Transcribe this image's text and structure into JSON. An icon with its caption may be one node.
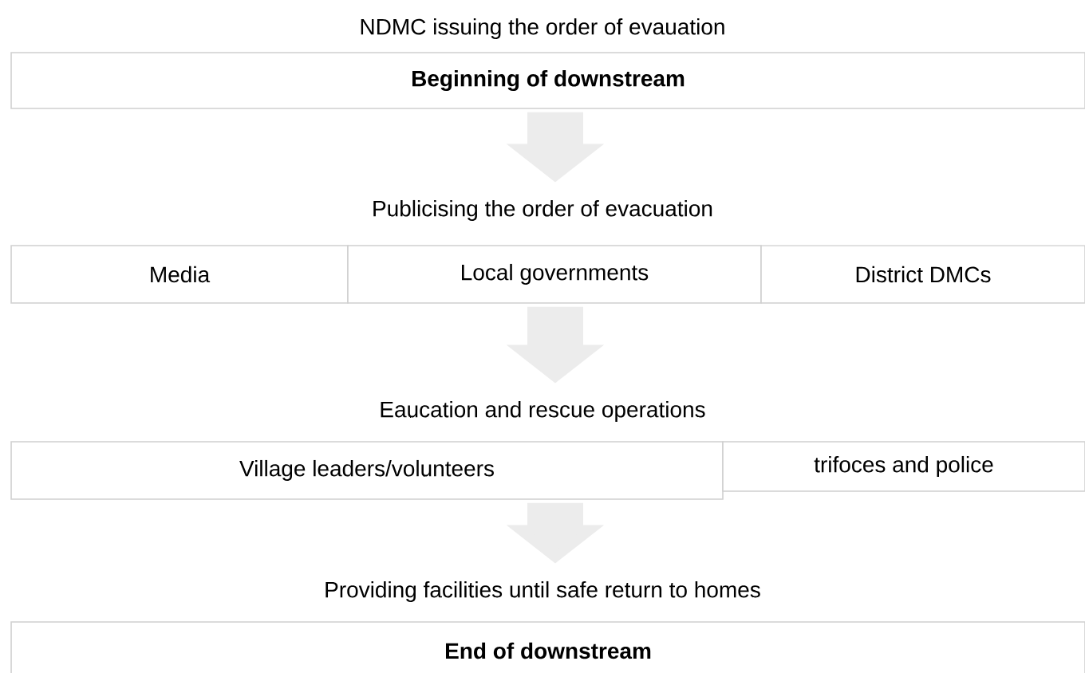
{
  "diagram": {
    "nodes": [
      {
        "text": [
          "NDMC issuing the order of evauation"
        ]
      },
      {
        "text": [
          "Beginning of downstream"
        ]
      },
      {
        "text": [
          "Publicising the order of evacuation"
        ]
      },
      {
        "text": [
          "Media"
        ]
      },
      {
        "text": [
          "Local governments"
        ]
      },
      {
        "text": [
          "District DMCs"
        ]
      },
      {
        "text": [
          "Eaucation and rescue operations"
        ]
      },
      {
        "text": [
          "Village leaders/volunteers"
        ]
      },
      {
        "text": [
          "trifoces and police"
        ]
      },
      {
        "text": [
          "Providing facilities until safe return to homes"
        ]
      },
      {
        "text": [
          "End of downstream"
        ]
      }
    ],
    "edges": [
      {
        "from": 1,
        "to": 2,
        "arrow": "to"
      },
      {
        "from": 4,
        "to": 6,
        "arrow": "to"
      },
      {
        "from": 7,
        "to": 9,
        "arrow": "to"
      }
    ]
  }
}
